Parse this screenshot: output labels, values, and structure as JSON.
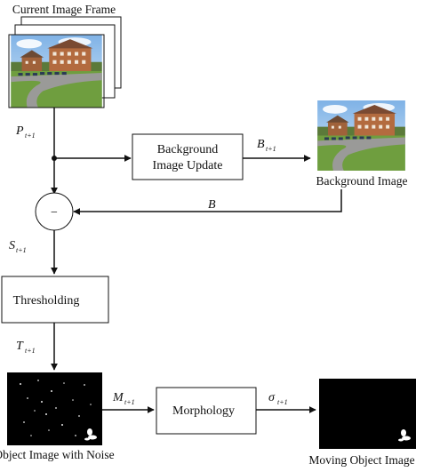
{
  "labels": {
    "current_frame": "Current Image Frame",
    "background_image": "Background Image",
    "noise_image": "Object Image with Noise",
    "moving_image": "Moving Object Image"
  },
  "boxes": {
    "background_update_line1": "Background",
    "background_update_line2": "Image Update",
    "thresholding": "Thresholding",
    "morphology": "Morphology"
  },
  "operator": "−",
  "symbols": {
    "p": "P",
    "p_sub": "t+1",
    "b": "B",
    "b_sub": "t+1",
    "b_plain": "B",
    "s": "S",
    "s_sub": "t+1",
    "t": "T",
    "t_sub": "t+1",
    "m": "M",
    "m_sub": "t+1",
    "sigma": "σ",
    "sigma_sub": "t+1"
  }
}
